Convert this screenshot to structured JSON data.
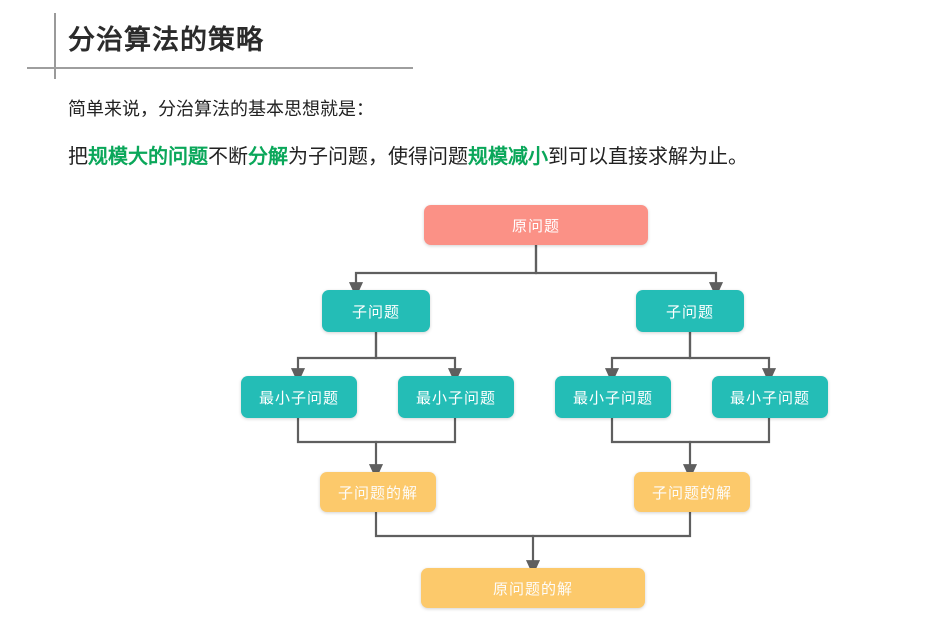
{
  "header": {
    "title": "分治算法的策略"
  },
  "body": {
    "intro": "简单来说，分治算法的基本思想就是：",
    "thesis": {
      "seg1": "把",
      "hl1": "规模大的问题",
      "seg2": "不断",
      "hl2": "分解",
      "seg3": "为子问题，使得问题",
      "hl3": "规模减小",
      "seg4": "到可以直接求解为止。"
    }
  },
  "colors": {
    "highlight_green": "#0aa75a",
    "root_salmon": "#FB9186",
    "teal": "#24BDB6",
    "amber": "#FCC96B",
    "connector_gray": "#5f5f5f",
    "rule_gray": "#9e9e9e"
  },
  "diagram": {
    "type": "tree-flowchart",
    "nodes": {
      "root": {
        "label": "原问题",
        "color": "root_salmon"
      },
      "sub_left": {
        "label": "子问题",
        "color": "teal"
      },
      "sub_right": {
        "label": "子问题",
        "color": "teal"
      },
      "leaf_1": {
        "label": "最小子问题",
        "color": "teal"
      },
      "leaf_2": {
        "label": "最小子问题",
        "color": "teal"
      },
      "leaf_3": {
        "label": "最小子问题",
        "color": "teal"
      },
      "leaf_4": {
        "label": "最小子问题",
        "color": "teal"
      },
      "sol_left": {
        "label": "子问题的解",
        "color": "amber"
      },
      "sol_right": {
        "label": "子问题的解",
        "color": "amber"
      },
      "sol_root": {
        "label": "原问题的解",
        "color": "amber"
      }
    },
    "edges": [
      {
        "from": "root",
        "to": "sub_left"
      },
      {
        "from": "root",
        "to": "sub_right"
      },
      {
        "from": "sub_left",
        "to": "leaf_1"
      },
      {
        "from": "sub_left",
        "to": "leaf_2"
      },
      {
        "from": "sub_right",
        "to": "leaf_3"
      },
      {
        "from": "sub_right",
        "to": "leaf_4"
      },
      {
        "from": "leaf_1",
        "to": "sol_left"
      },
      {
        "from": "leaf_2",
        "to": "sol_left"
      },
      {
        "from": "leaf_3",
        "to": "sol_right"
      },
      {
        "from": "leaf_4",
        "to": "sol_right"
      },
      {
        "from": "sol_left",
        "to": "sol_root"
      },
      {
        "from": "sol_right",
        "to": "sol_root"
      }
    ]
  }
}
